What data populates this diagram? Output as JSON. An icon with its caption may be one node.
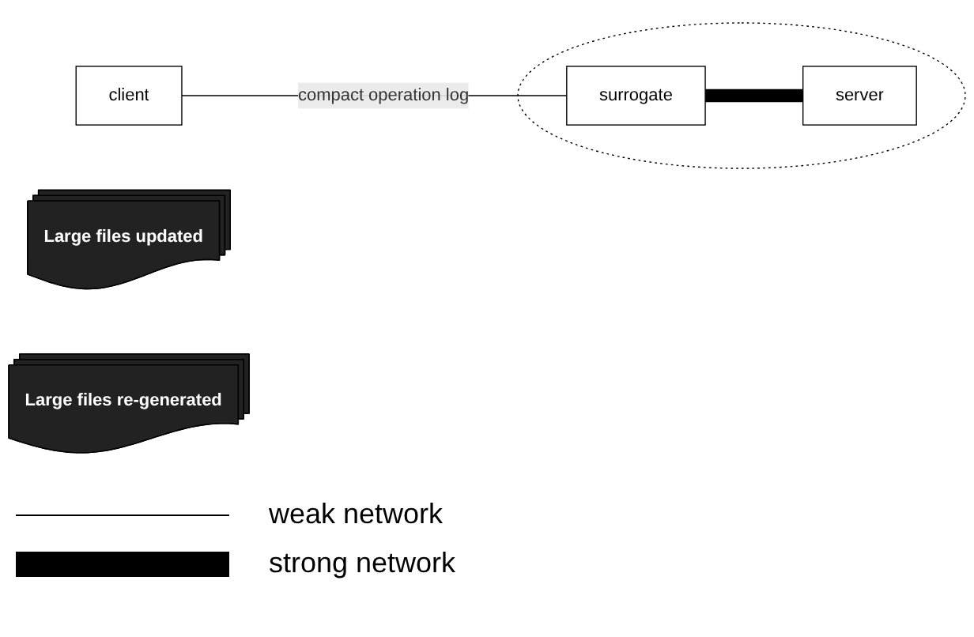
{
  "diagram": {
    "nodes": [
      {
        "text": [
          "client"
        ]
      },
      {
        "text": [
          "Large files updated"
        ]
      },
      {
        "text": [],
        "shape": "ellipse"
      },
      {
        "text": [
          "surrogate"
        ],
        "in": 2
      },
      {
        "text": [
          "Large files re-generated"
        ]
      },
      {
        "text": [
          "server"
        ],
        "in": 2
      }
    ],
    "edges": [
      {
        "from": 0,
        "to": 3,
        "arrow": "none",
        "label": "compact operation log"
      },
      {
        "from": 3,
        "to": 5,
        "arrow": "none",
        "style": "thick"
      }
    ],
    "legend": [
      {
        "text": "weak network"
      },
      {
        "text": "strong network"
      }
    ]
  }
}
